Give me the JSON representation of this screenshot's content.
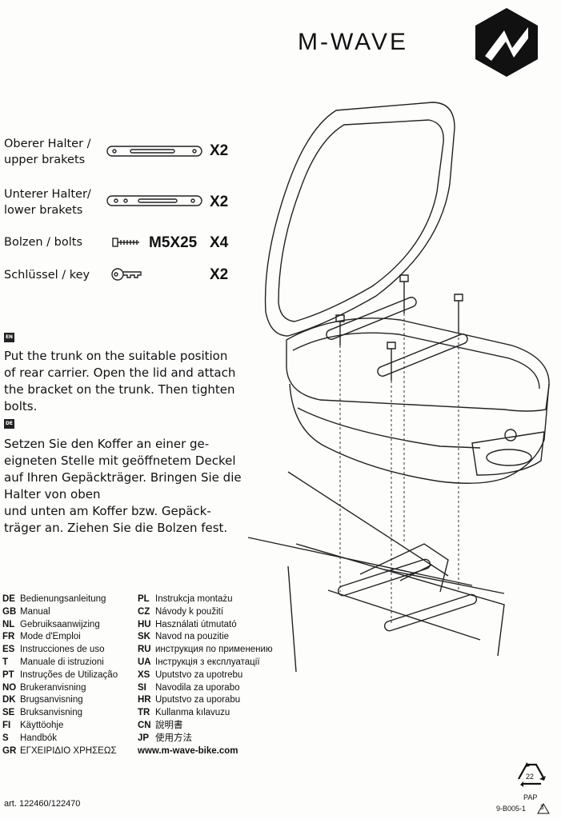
{
  "brand": {
    "name": "M-WAVE"
  },
  "parts": [
    {
      "label_line1": "Oberer Halter /",
      "label_line2": "upper brakets",
      "qty": "X2",
      "icon": "upper-bracket-icon"
    },
    {
      "label_line1": "Unterer Halter/",
      "label_line2": "lower brakets",
      "qty": "X2",
      "icon": "lower-bracket-icon"
    },
    {
      "label_line1": "Bolzen / bolts",
      "size": "M5X25",
      "qty": "X4",
      "icon": "bolt-icon"
    },
    {
      "label_line1": "Schlüssel / key",
      "qty": "X2",
      "icon": "key-icon"
    }
  ],
  "en": {
    "badge": "EN",
    "text": "Put the trunk on the suitable position of rear carrier. Open the lid and attach the bracket on the trunk. Then tighten bolts."
  },
  "de": {
    "badge": "DE",
    "text_line1": "Setzen Sie den Koffer an einer ge-",
    "text_line2": "eigneten Stelle mit geöffnetem Deckel",
    "text_line3": "auf Ihren Gepäckträger. Bringen Sie die",
    "text_line4": "Halter von oben",
    "text_line5": "und unten am Koffer bzw. Gepäck-",
    "text_line6": "träger an. Ziehen Sie die Bolzen fest."
  },
  "languages_left": [
    {
      "code": "DE",
      "name": "Bedienungsanleitung"
    },
    {
      "code": "GB",
      "name": "Manual"
    },
    {
      "code": "NL",
      "name": "Gebruiksaanwijzing"
    },
    {
      "code": "FR",
      "name": "Mode d'Emploi"
    },
    {
      "code": "ES",
      "name": "Instrucciones de uso"
    },
    {
      "code": "T",
      "name": "Manuale di istruzioni"
    },
    {
      "code": "PT",
      "name": "Instruções de Utilização"
    },
    {
      "code": "NO",
      "name": "Brukeranvisning"
    },
    {
      "code": "DK",
      "name": "Brugsanvisning"
    },
    {
      "code": "SE",
      "name": "Bruksanvisning"
    },
    {
      "code": "FI",
      "name": "Käyttöohje"
    },
    {
      "code": "S",
      "name": "Handbók"
    },
    {
      "code": "GR",
      "name": "ΕΓΧΕΙΡΙΔΙΟ ΧΡΗΣΕΩΣ"
    }
  ],
  "languages_right": [
    {
      "code": "PL",
      "name": "Instrukcja montażu"
    },
    {
      "code": "CZ",
      "name": "Návody k použití"
    },
    {
      "code": "HU",
      "name": "Használati útmutató"
    },
    {
      "code": "SK",
      "name": "Navod na pouzitie"
    },
    {
      "code": "RU",
      "name": "инструкция по применению"
    },
    {
      "code": "UA",
      "name": "Інструкція з експлуатації"
    },
    {
      "code": "XS",
      "name": "Uputstvo za upotrebu"
    },
    {
      "code": "SI",
      "name": "Navodila za uporabo"
    },
    {
      "code": "HR",
      "name": "Uputstvo za uporabu"
    },
    {
      "code": "TR",
      "name": "Kullanma kılavuzu"
    },
    {
      "code": "CN",
      "name": "說明書"
    },
    {
      "code": "JP",
      "name": "使用方法"
    }
  ],
  "website": "www.m-wave-bike.com",
  "article": "art. 122460/122470",
  "recycle": {
    "number": "22",
    "label": "PAP"
  },
  "footer_code": "9-B005-1",
  "page_number": "3",
  "colors": {
    "ink": "#111111",
    "paper": "#fdfdfc"
  }
}
